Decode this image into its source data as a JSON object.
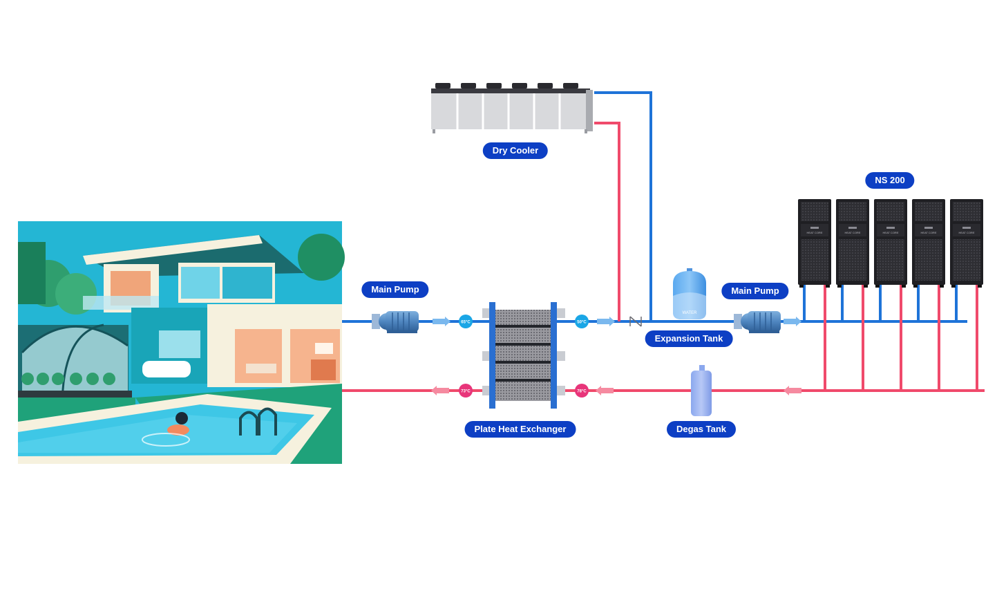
{
  "colors": {
    "cold": "#1e73d8",
    "hot": "#f04a6b",
    "label_bg": "#0d3fc4",
    "cold_badge": "#1aa6e6",
    "hot_badge": "#e8357a"
  },
  "labels": {
    "dry_cooler": "Dry Cooler",
    "ns200": "NS 200",
    "main_pump_left": "Main Pump",
    "main_pump_right": "Main Pump",
    "expansion_tank": "Expansion Tank",
    "plate_heat_exchanger": "Plate Heat Exchanger",
    "degas_tank": "Degas Tank"
  },
  "temperatures": {
    "cold_in": "65°C",
    "cold_out": "50°C",
    "hot_out": "73°C",
    "hot_in": "78°C"
  },
  "tank_text": "WATER",
  "icons": {
    "house": "villa-pool-illustration",
    "dry_cooler": "dry-cooler-icon",
    "miner": "ns200-cabinet-icon",
    "pump": "pump-icon",
    "tank": "expansion-tank-icon",
    "degas": "degas-tank-icon",
    "valve": "check-valve-icon"
  },
  "ns200_units": 5,
  "miner_text": "HEAT CORE"
}
